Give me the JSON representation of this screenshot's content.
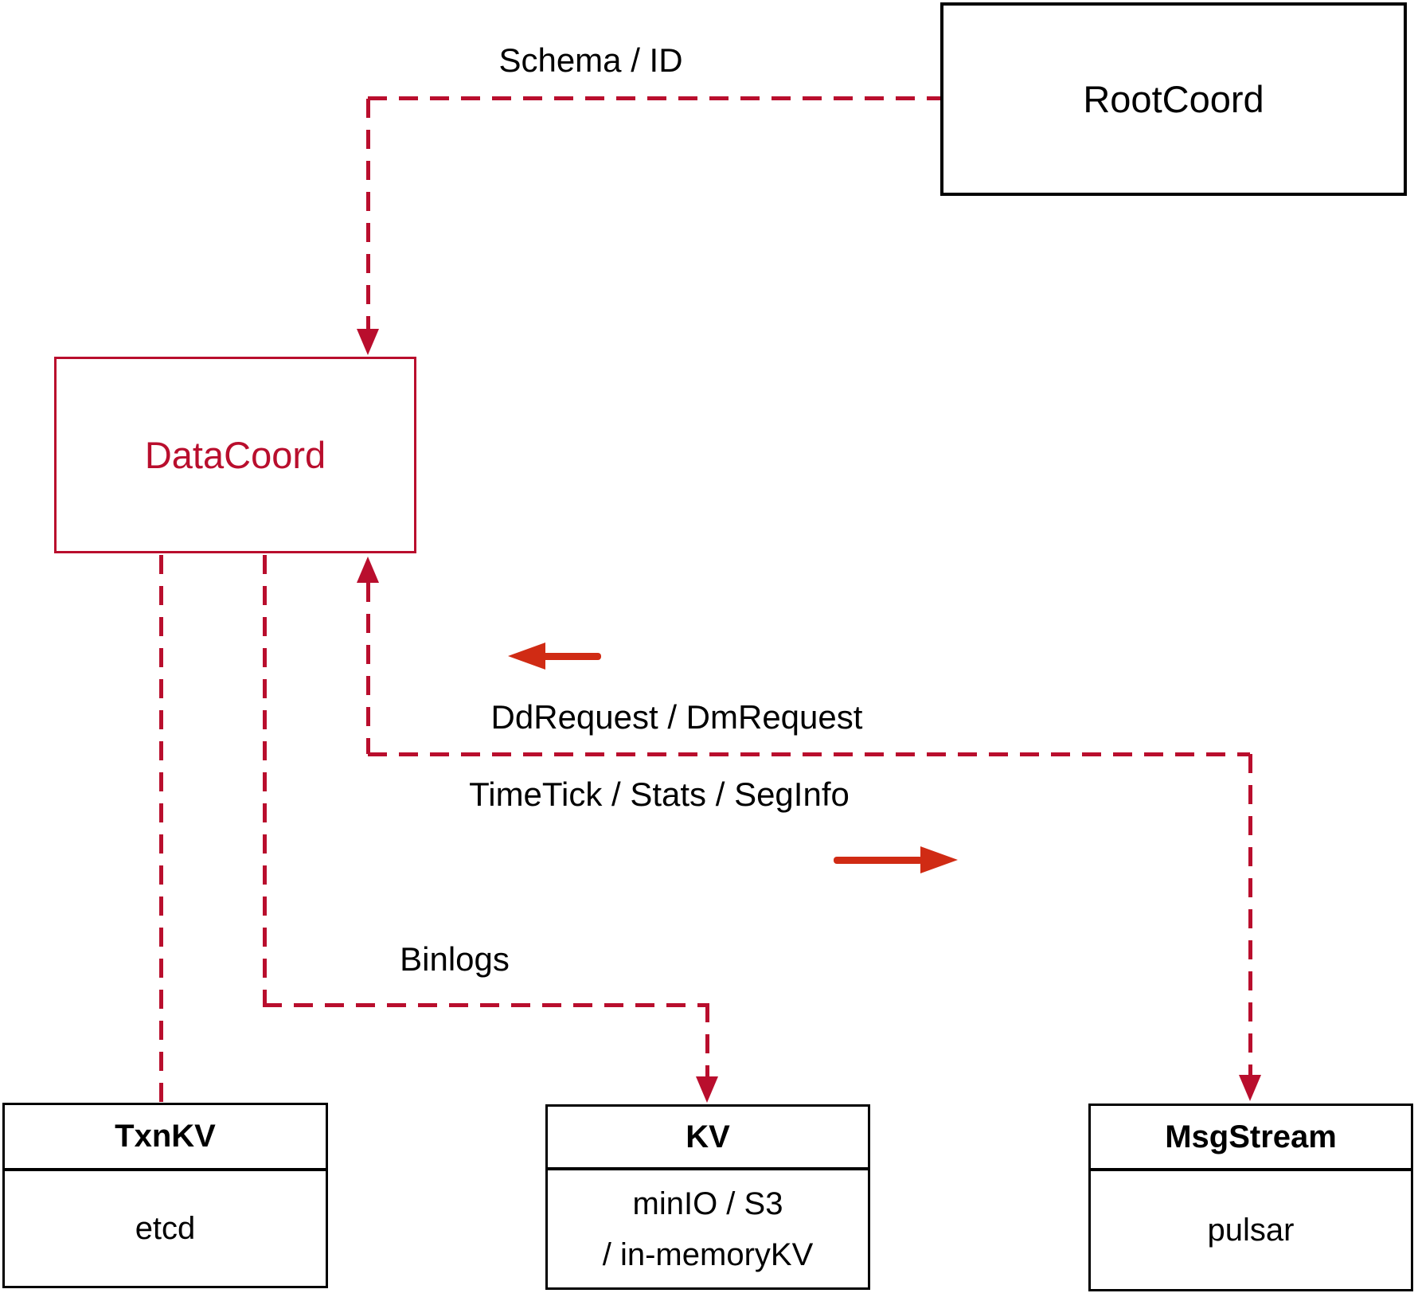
{
  "colors": {
    "dashed_line": "#B90E2D",
    "solid_arrow": "#D02B14",
    "box_border": "#000000",
    "datacoord_accent": "#B90E2D"
  },
  "nodes": {
    "rootcoord": {
      "label": "RootCoord"
    },
    "datacoord": {
      "label": "DataCoord"
    },
    "txnkv": {
      "title": "TxnKV",
      "subtitle": "etcd"
    },
    "kv": {
      "title": "KV",
      "subtitle_line1": "minIO / S3",
      "subtitle_line2": "/ in-memoryKV"
    },
    "msgstream": {
      "title": "MsgStream",
      "subtitle": "pulsar"
    }
  },
  "edges": {
    "schema": {
      "label": "Schema / ID",
      "from": "RootCoord",
      "to": "DataCoord"
    },
    "ddrequest": {
      "label": "DdRequest / DmRequest",
      "to": "DataCoord"
    },
    "timetick": {
      "label": "TimeTick / Stats / SegInfo",
      "to": "MsgStream"
    },
    "binlogs": {
      "label": "Binlogs",
      "from": "DataCoord",
      "to": "KV"
    },
    "txnkv_link": {
      "from": "DataCoord",
      "to": "TxnKV"
    }
  }
}
